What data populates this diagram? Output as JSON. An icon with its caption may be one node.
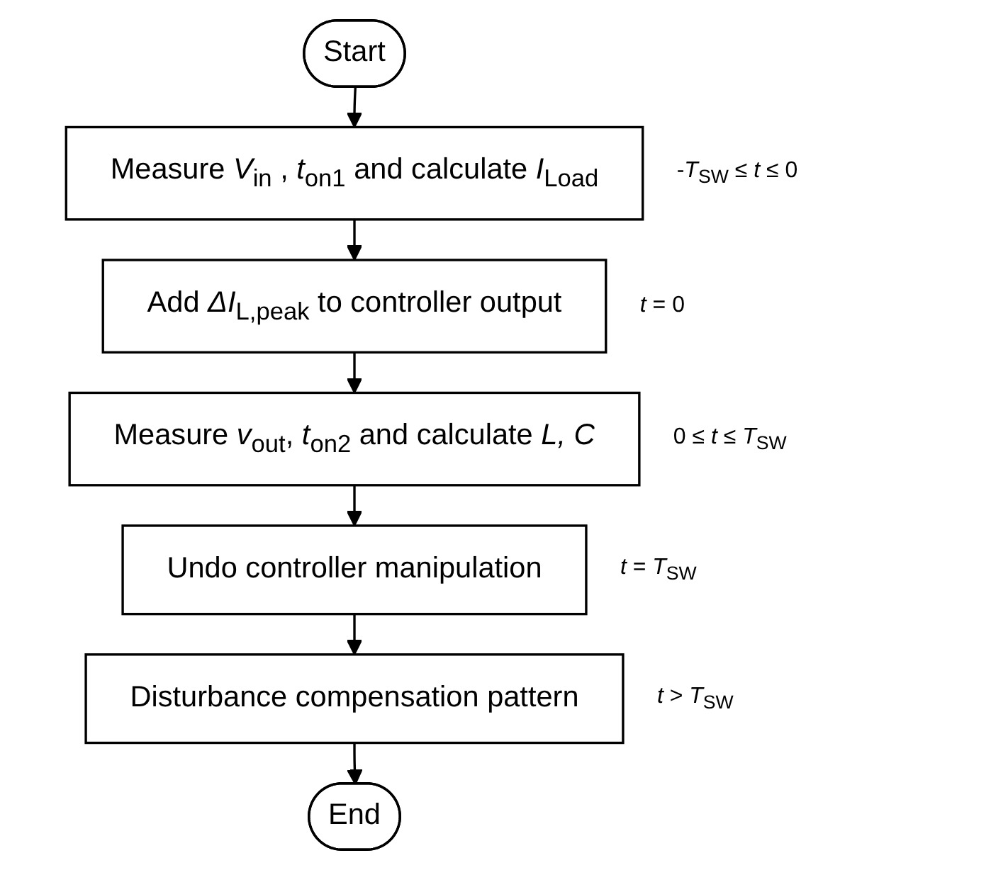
{
  "diagram": {
    "nodes": [
      {
        "text": [
          "Start"
        ]
      },
      {
        "text": [
          "Measure *V*$_{in}$ , *t*$_{on1}$ and calculate *I*$_{Load}$"
        ],
        "beside": [
          "-*T*$_{SW}$ ≤ *t* ≤ 0"
        ]
      },
      {
        "text": [
          "Add *ΔI*$_{L,peak}$ to controller output"
        ],
        "beside": [
          "*t* = 0"
        ]
      },
      {
        "text": [
          "Measure *v*$_{out}$, *t*$_{on2}$ and calculate *L, C*"
        ],
        "beside": [
          "0 ≤ *t* ≤ *T*$_{SW}$"
        ]
      },
      {
        "text": [
          "Undo controller manipulation"
        ],
        "beside": [
          "*t* = *T*$_{SW}$"
        ]
      },
      {
        "text": [
          "Disturbance compensation pattern"
        ],
        "beside": [
          "*t* > *T*$_{SW}$"
        ]
      },
      {
        "text": [
          "End"
        ]
      }
    ],
    "edges": [
      {
        "from": 0,
        "to": 1,
        "arrow": "to"
      },
      {
        "from": 1,
        "to": 2,
        "arrow": "to"
      },
      {
        "from": 2,
        "to": 3,
        "arrow": "to"
      },
      {
        "from": 3,
        "to": 4,
        "arrow": "to"
      },
      {
        "from": 4,
        "to": 5,
        "arrow": "to"
      },
      {
        "from": 5,
        "to": 6,
        "arrow": "to"
      }
    ]
  }
}
